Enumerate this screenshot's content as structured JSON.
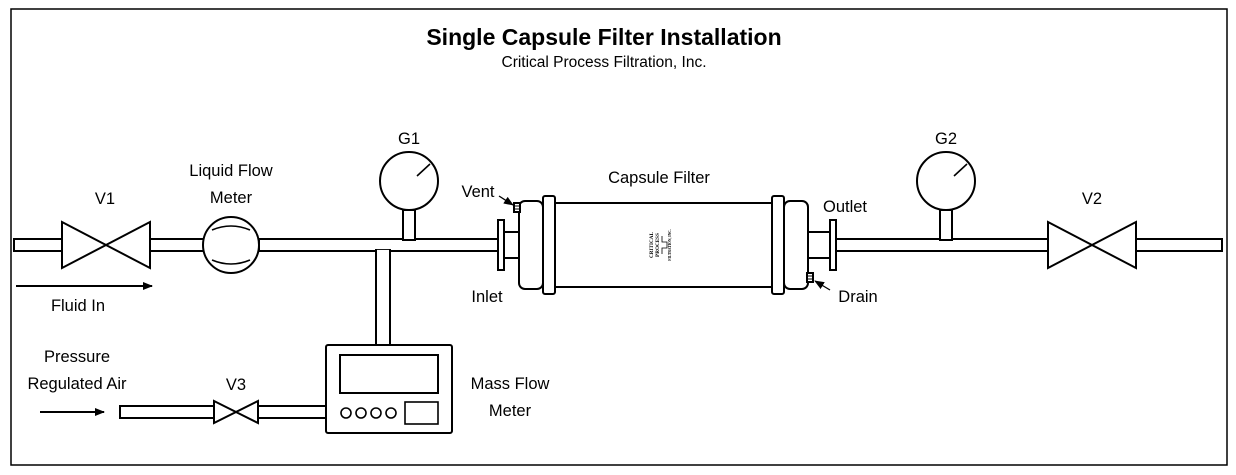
{
  "title": "Single Capsule Filter Installation",
  "subtitle": "Critical Process Filtration, Inc.",
  "labels": {
    "v1": "V1",
    "v2": "V2",
    "v3": "V3",
    "g1": "G1",
    "g2": "G2",
    "liquid_flow_meter_line1": "Liquid Flow",
    "liquid_flow_meter_line2": "Meter",
    "fluid_in": "Fluid In",
    "pressure_air_line1": "Pressure",
    "pressure_air_line2": "Regulated Air",
    "mass_flow_meter_line1": "Mass Flow",
    "mass_flow_meter_line2": "Meter",
    "vent": "Vent",
    "capsule_filter": "Capsule Filter",
    "outlet": "Outlet",
    "inlet": "Inlet",
    "drain": "Drain"
  },
  "filter_logo": {
    "line1": "CRITICAL",
    "line2": "PROCESS",
    "line3": "FILTRATION, INC."
  },
  "colors": {
    "line": "#000000",
    "background": "#ffffff"
  }
}
